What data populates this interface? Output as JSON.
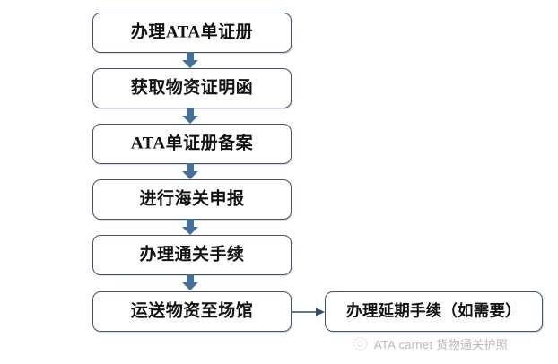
{
  "diagram": {
    "type": "flowchart",
    "orientation": "vertical",
    "background_color": "#ffffff",
    "box_border_color": "#41546b",
    "arrow_color_vertical": "#41709c",
    "arrow_color_horizontal": "#2f4a66",
    "text_color": "#121212",
    "nodes": [
      {
        "id": "step1",
        "label": "办理ATA单证册"
      },
      {
        "id": "step2",
        "label": "获取物资证明函"
      },
      {
        "id": "step3",
        "label": "ATA单证册备案"
      },
      {
        "id": "step4",
        "label": "进行海关申报"
      },
      {
        "id": "step5",
        "label": "办理通关手续"
      },
      {
        "id": "step6",
        "label": "运送物资至场馆"
      },
      {
        "id": "step7",
        "label": "办理延期手续（如需要）"
      }
    ],
    "edges": [
      {
        "from": "step1",
        "to": "step2",
        "direction": "down"
      },
      {
        "from": "step2",
        "to": "step3",
        "direction": "down"
      },
      {
        "from": "step3",
        "to": "step4",
        "direction": "down"
      },
      {
        "from": "step4",
        "to": "step5",
        "direction": "down"
      },
      {
        "from": "step5",
        "to": "step6",
        "direction": "down"
      },
      {
        "from": "step6",
        "to": "step7",
        "direction": "right"
      }
    ]
  },
  "footer": {
    "logo_icon": "circle-logo-icon",
    "text": "ATA carnet 货物通关护照"
  }
}
